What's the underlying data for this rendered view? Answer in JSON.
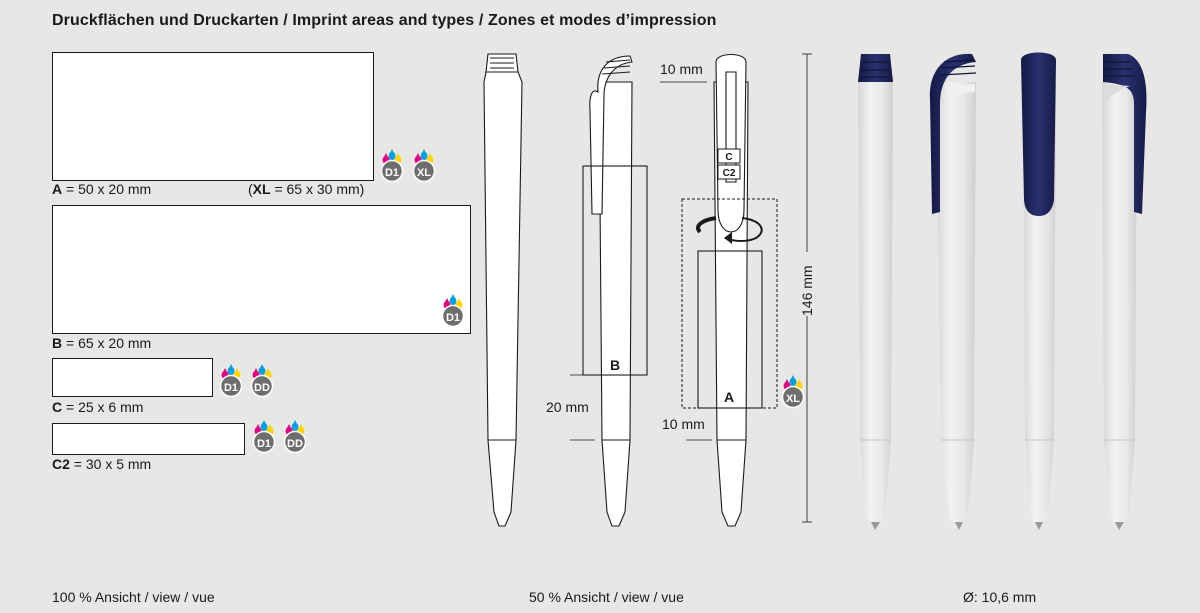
{
  "title": "Druckflächen und Druckarten / Imprint areas and types / Zones et modes d’impression",
  "areas": {
    "a": {
      "letter": "A",
      "size": " = 50 x 20 mm",
      "xl_open": "(",
      "xl_letter": "XL",
      "xl_size": " = 65 x 30 mm)"
    },
    "b": {
      "letter": "B",
      "size": " = 65 x 20 mm"
    },
    "c": {
      "letter": "C",
      "size": " = 25 x 6 mm"
    },
    "c2": {
      "letter": "C2",
      "size": " = 30 x 5 mm"
    }
  },
  "badges": {
    "d1": "D1",
    "xl": "XL",
    "dd": "DD"
  },
  "drawing": {
    "mark_b": "B",
    "mark_a": "A",
    "mark_c": "C",
    "mark_c2": "C2",
    "dim_10_top": "10 mm",
    "dim_20": "20 mm",
    "dim_10_bottom": "10 mm",
    "dim_146": "146 mm"
  },
  "footer": {
    "left": "100 % Ansicht / view / vue",
    "middle": "50 % Ansicht / view / vue",
    "right": "Ø: 10,6 mm"
  },
  "colors": {
    "background": "#e7e7e6",
    "pen_body": "#e6e6e6",
    "clip_navy": "#1e2356",
    "badge_grey": "#6e6e6e",
    "cyan": "#00a0e0",
    "magenta": "#e5007e",
    "yellow": "#ffd500"
  },
  "icons": [
    "color-drops-icon",
    "rotate-arrow-icon"
  ]
}
